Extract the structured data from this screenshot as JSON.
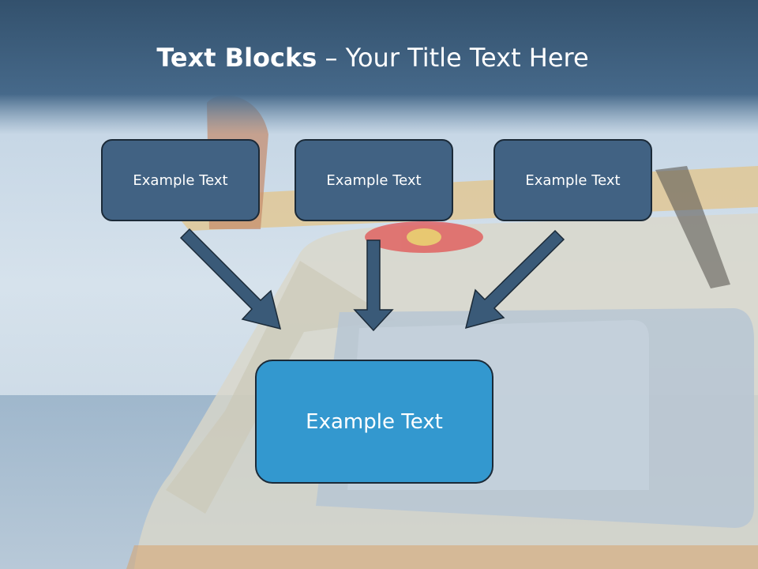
{
  "title": {
    "bold": "Text Blocks",
    "rest": " – Your Title Text Here"
  },
  "blocks": [
    {
      "label": "Example Text"
    },
    {
      "label": "Example Text"
    },
    {
      "label": "Example Text"
    }
  ],
  "main_block": {
    "label": "Example Text"
  },
  "colors": {
    "header": "#3b5f80",
    "block_fill": "#416283",
    "main_fill": "#3398cf",
    "arrow": "#3a5a78"
  }
}
